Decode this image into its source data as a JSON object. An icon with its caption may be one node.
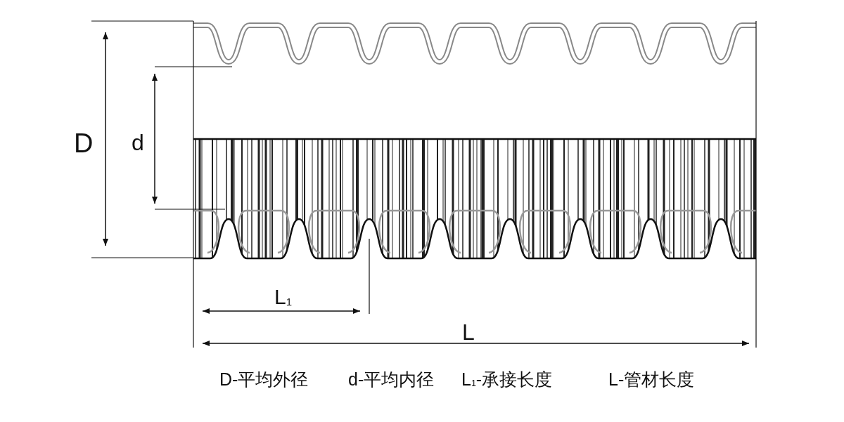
{
  "diagram": {
    "labels": [
      "D",
      "d",
      "L$_{1}$",
      "L",
      "D-平均外径",
      "d-平均内径",
      "L$_{1}$-承接长度",
      "L-管材长度"
    ]
  }
}
